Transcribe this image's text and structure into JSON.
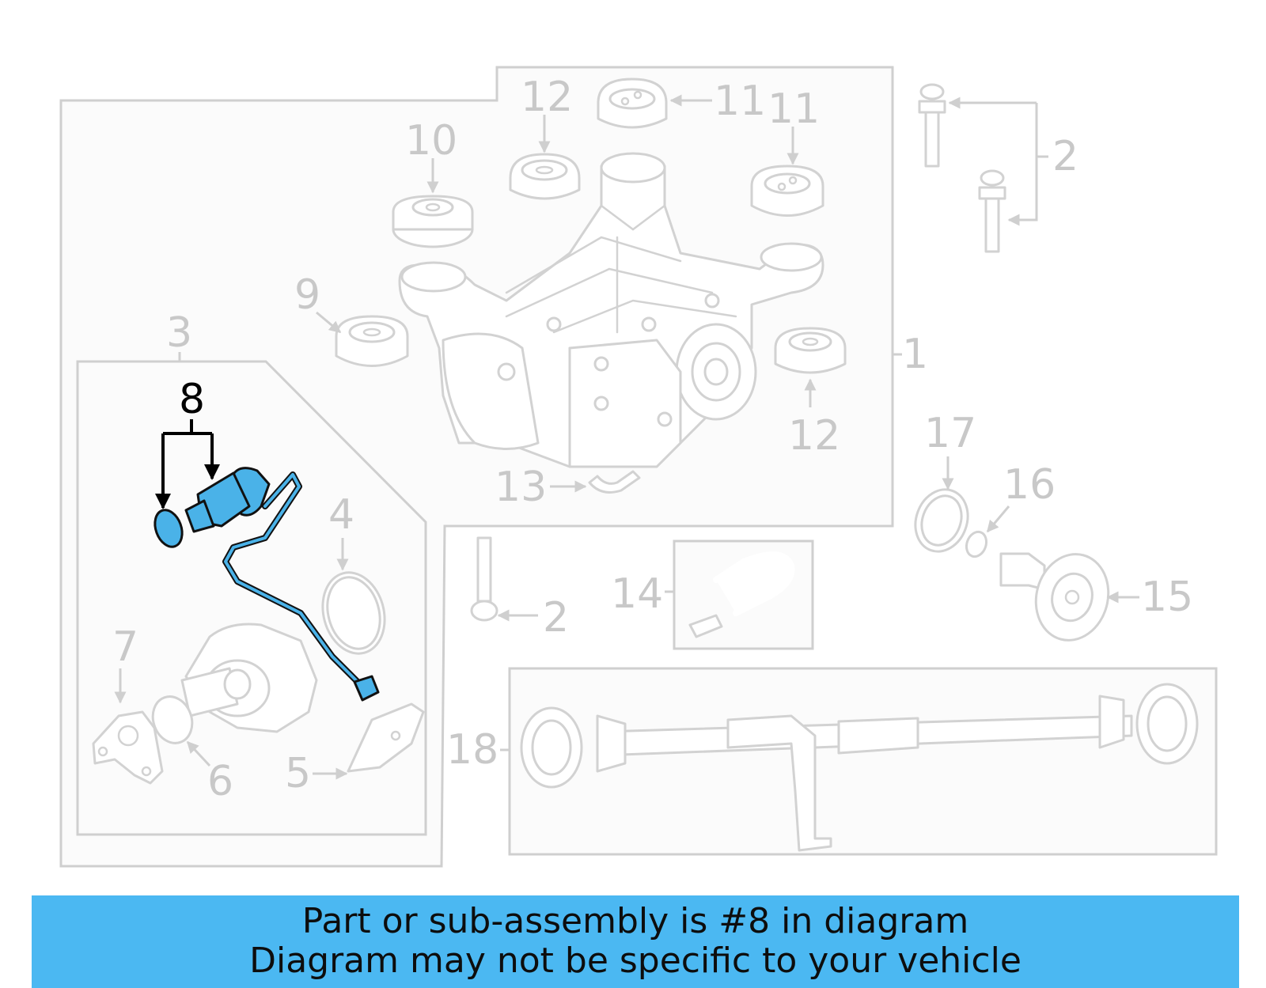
{
  "callouts": {
    "c1": "1",
    "c2a": "2",
    "c2b": "2",
    "c3": "3",
    "c4": "4",
    "c5": "5",
    "c6": "6",
    "c7": "7",
    "c8": "8",
    "c9": "9",
    "c10": "10",
    "c11a": "11",
    "c11b": "11",
    "c12a": "12",
    "c12b": "12",
    "c13": "13",
    "c14": "14",
    "c15": "15",
    "c16": "16",
    "c17": "17",
    "c18": "18"
  },
  "highlighted_part": "8",
  "colors": {
    "highlight": "#4ab2e8",
    "banner": "#4bb8f2",
    "ghost": "#d2d2d2"
  },
  "banner": {
    "line1": "Part or sub-assembly is #8 in diagram",
    "line2": "Diagram may not be specific to your vehicle"
  }
}
